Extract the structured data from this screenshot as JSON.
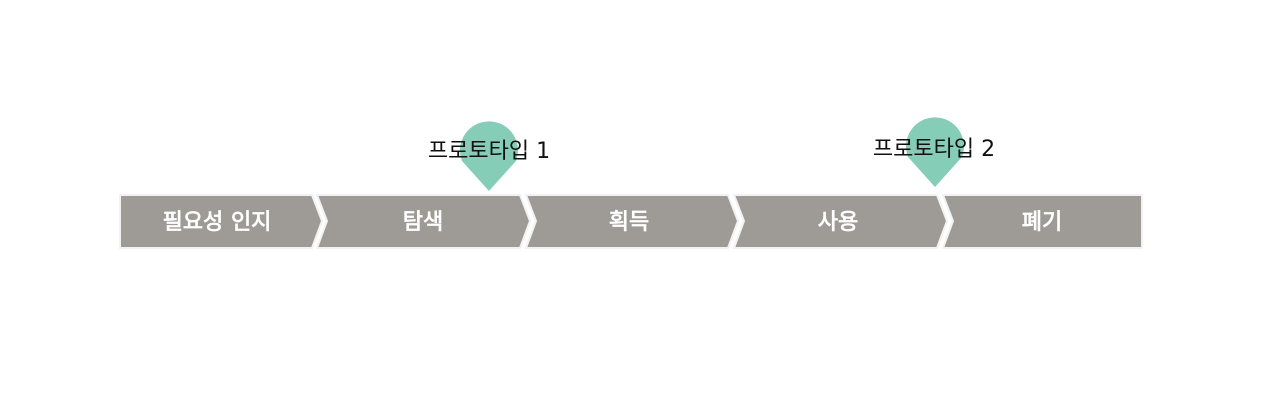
{
  "colors": {
    "stage_fill": "#9e9b96",
    "stage_text": "#ffffff",
    "pin_fill": "#86cdb7",
    "pin_text": "#111111",
    "background": "#ffffff"
  },
  "stages": [
    {
      "label": "필요성 인지"
    },
    {
      "label": "탐색"
    },
    {
      "label": "획득"
    },
    {
      "label": "사용"
    },
    {
      "label": "폐기"
    }
  ],
  "markers": [
    {
      "label": "프로토타입 1",
      "stage": "탐색"
    },
    {
      "label": "프로토타입 2",
      "stage": "사용"
    }
  ]
}
